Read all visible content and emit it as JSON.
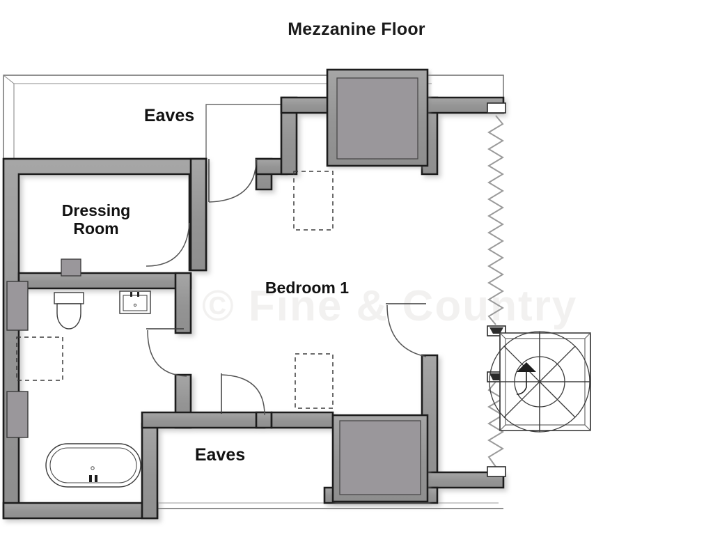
{
  "plan": {
    "title": "Mezzanine Floor",
    "watermark": "© Fine & Country",
    "labels": {
      "eaves_top": "Eaves",
      "eaves_bottom": "Eaves",
      "dressing_room": "Dressing\nRoom",
      "bedroom_1": "Bedroom 1"
    },
    "rooms": [
      {
        "name": "Eaves",
        "position": "top-left",
        "label": "Eaves"
      },
      {
        "name": "Dressing Room",
        "position": "left",
        "label": "Dressing\nRoom"
      },
      {
        "name": "Bedroom 1",
        "position": "centre",
        "label": "Bedroom 1"
      },
      {
        "name": "Eaves",
        "position": "bottom-centre",
        "label": "Eaves"
      }
    ],
    "fixtures": [
      {
        "type": "wc",
        "room": "bathroom",
        "label": "toilet"
      },
      {
        "type": "washbasin",
        "room": "bathroom",
        "label": "wash basin"
      },
      {
        "type": "bath",
        "room": "bathroom",
        "label": "oval bath"
      },
      {
        "type": "spiral-staircase",
        "room": "landing",
        "label": "spiral stairs",
        "direction": "up"
      }
    ],
    "colors": {
      "wall_fill": "#9b9b9b",
      "wall_stroke": "#1b1b1b",
      "window_fill": "#9a979b",
      "watermark": "#f2f1f0",
      "text": "#111111",
      "thin_line": "#555555",
      "background": "#ffffff"
    }
  }
}
